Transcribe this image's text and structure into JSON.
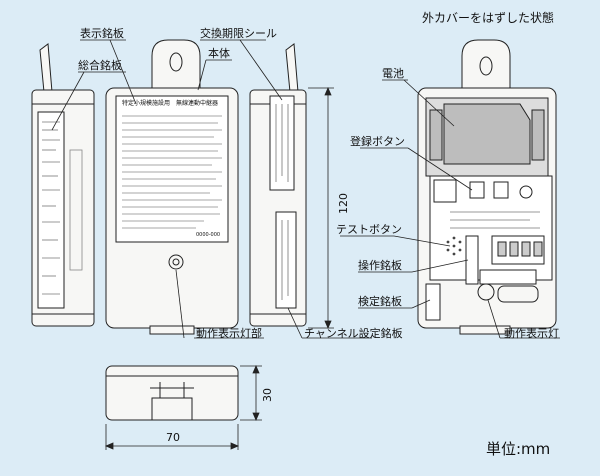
{
  "labels": {
    "display_plate": "表示銘板",
    "replacement_seal": "交換期限シール",
    "general_plate": "総合銘板",
    "main_body": "本体",
    "cover_removed": "外カバーをはずした状態",
    "battery": "電池",
    "register_button": "登録ボタン",
    "test_button": "テストボタン",
    "operation_plate": "操作銘板",
    "inspection_plate": "検定銘板",
    "operation_lamp_part": "動作表示灯部",
    "channel_plate": "チャンネル設定銘板",
    "operation_lamp": "動作表示灯"
  },
  "dimensions": {
    "height": "120",
    "depth": "30",
    "width": "70",
    "unit": "単位:mm"
  },
  "plate_text": {
    "heading": "特定小規模施設用　無線連動中継器",
    "footer": "0000-000"
  },
  "colors": {
    "background": "#dcecf6",
    "line": "#222222",
    "body_fill": "#f7f7f5",
    "battery_fill": "#bdbdbd"
  }
}
